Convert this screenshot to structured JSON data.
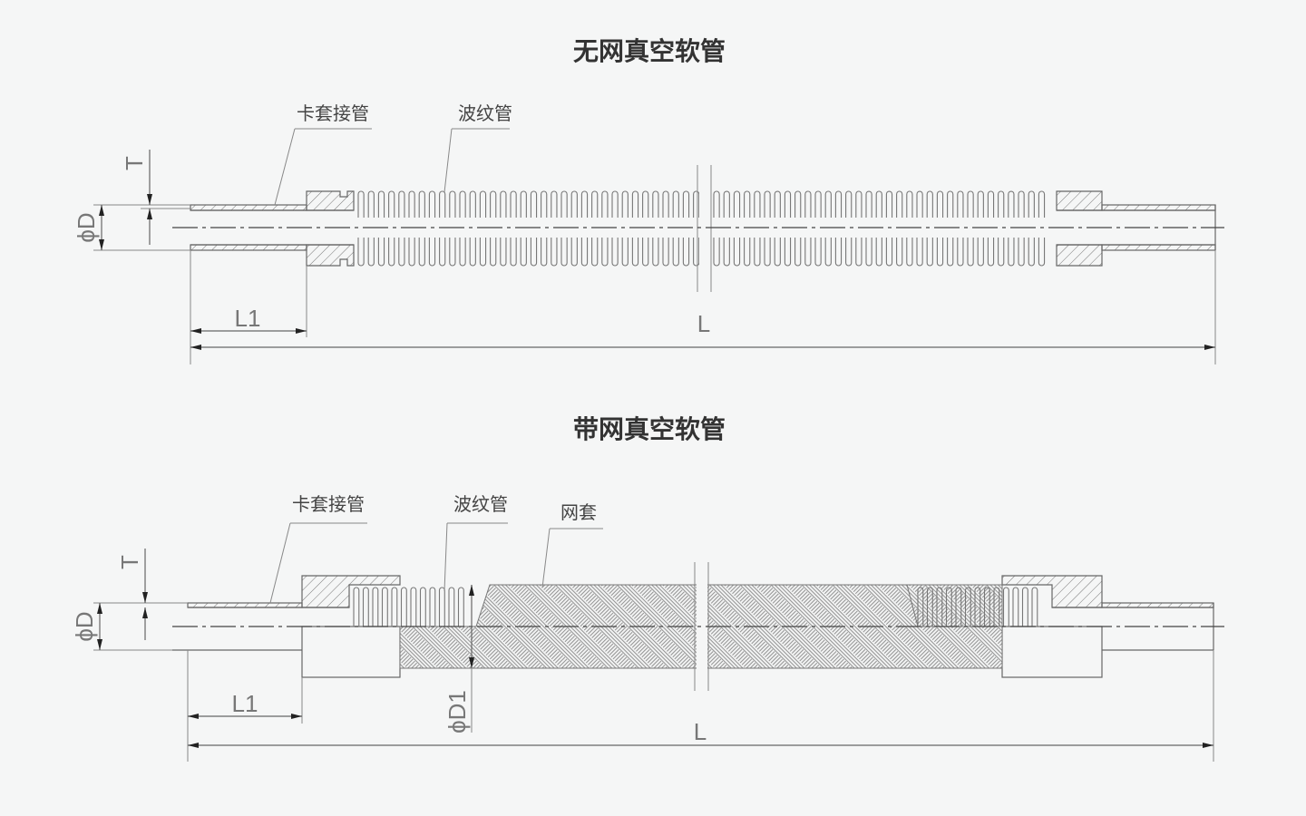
{
  "diagram_top": {
    "title": "无网真空软管",
    "label_fitting": "卡套接管",
    "label_bellows": "波纹管",
    "dim_T": "T",
    "dim_D": "ϕD",
    "dim_L1": "L1",
    "dim_L": "L"
  },
  "diagram_bottom": {
    "title": "带网真空软管",
    "label_fitting": "卡套接管",
    "label_bellows": "波纹管",
    "label_braid": "网套",
    "dim_T": "T",
    "dim_D": "ϕD",
    "dim_D1": "ϕD1",
    "dim_L1": "L1",
    "dim_L": "L"
  },
  "colors": {
    "background": "#f5f6f6",
    "line": "#666666",
    "title": "#333333"
  }
}
